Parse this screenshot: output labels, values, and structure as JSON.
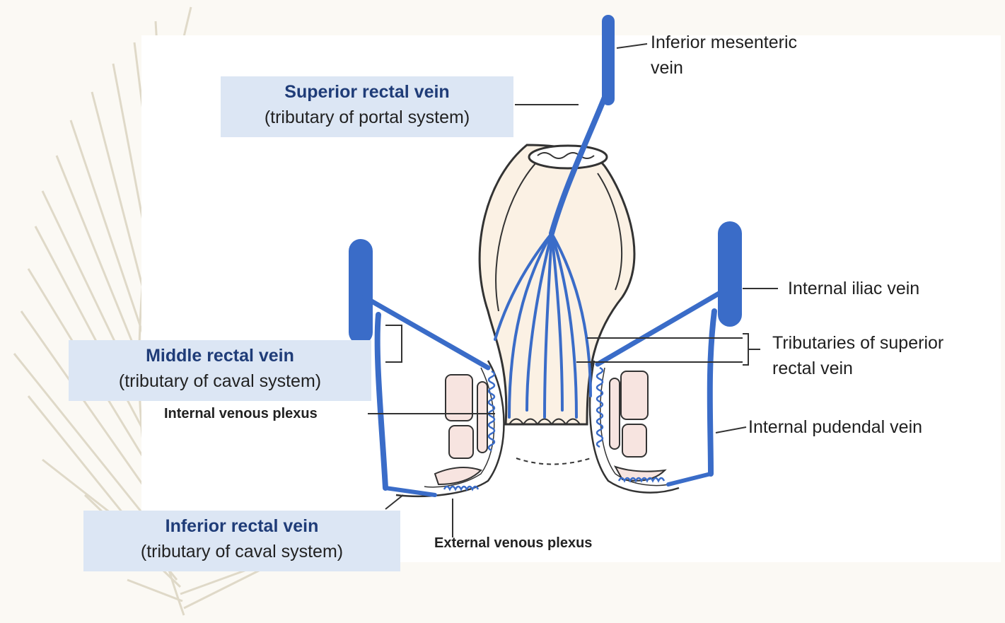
{
  "labels": {
    "inferior_mesenteric": [
      "Inferior mesenteric",
      "vein"
    ],
    "internal_iliac": "Internal iliac vein",
    "tributaries_superior": [
      "Tributaries of superior",
      "rectal vein"
    ],
    "internal_pudendal": "Internal pudendal vein",
    "internal_plexus": "Internal venous plexus",
    "external_plexus": "External venous plexus"
  },
  "boxes": {
    "superior": {
      "title": "Superior rectal vein",
      "subtitle": "(tributary of portal system)"
    },
    "middle": {
      "title": "Middle rectal vein",
      "subtitle": "(tributary of caval system)"
    },
    "inferior": {
      "title": "Inferior rectal vein",
      "subtitle": "(tributary of caval system)"
    }
  },
  "colors": {
    "vein": "#3a6cc8",
    "rectum_fill": "#fbf1e4",
    "muscle_fill": "#f7e4e0",
    "box_fill": "#dce6f4",
    "title_text": "#1f3c78"
  }
}
